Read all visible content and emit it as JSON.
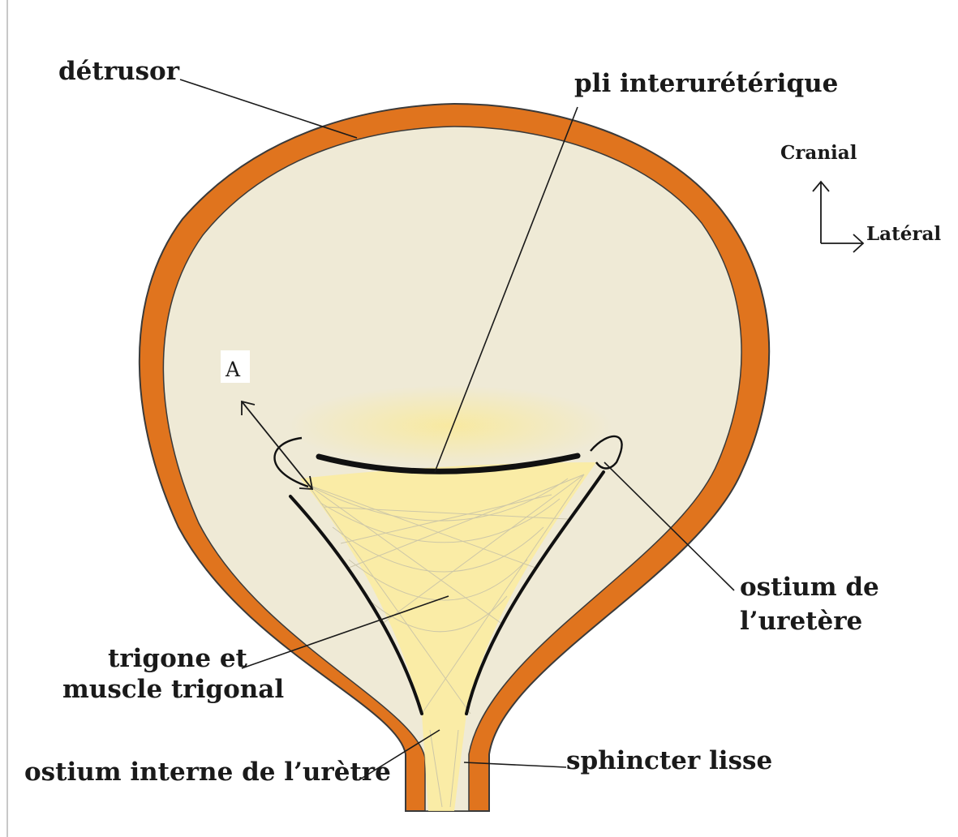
{
  "labels": {
    "detrusor": "détrusor",
    "pli": "pli interurétérique",
    "cranial": "Cranial",
    "lateral": "Latéral",
    "a": "A",
    "ostium_ureter_line1": "ostium de",
    "ostium_ureter_line2": "l’uretère",
    "trigone_line1": "trigone et",
    "trigone_line2": "muscle trigonal",
    "ostium_interne": "ostium interne de l’urètre",
    "sphincter": "sphincter lisse"
  },
  "colors": {
    "wall": "#e0741e",
    "wall_outline": "#3a3a3a",
    "lumen": "#efead6",
    "trigone": "#fbec9e",
    "trigone_glow": "#fdf1b4",
    "fold": "#111111"
  }
}
